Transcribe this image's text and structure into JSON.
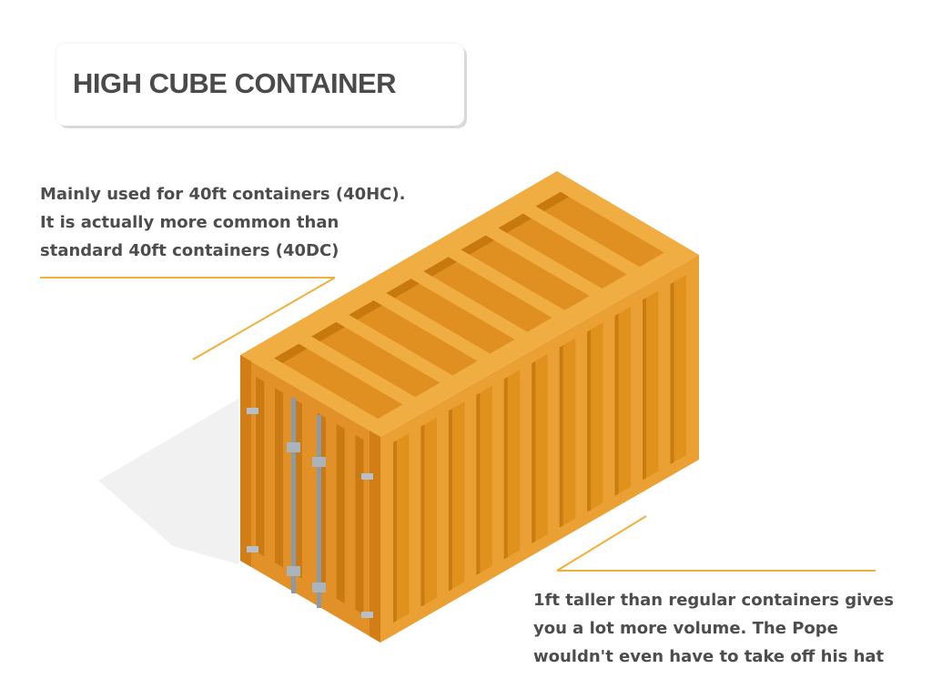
{
  "title": "HIGH CUBE CONTAINER",
  "annotation_top": {
    "lines": [
      "Mainly used for 40ft containers (40HC).",
      "It is actually more common than",
      "standard 40ft containers (40DC)"
    ]
  },
  "annotation_bottom": {
    "lines": [
      "1ft taller than regular containers gives",
      "you a lot more volume. The Pope",
      "wouldn't even have to take off his hat"
    ]
  },
  "colors": {
    "accent_line": "#f0b03c",
    "container_top": "#f0ad42",
    "container_side": "#eaa032",
    "container_front": "#e29128",
    "container_rib": "#e0921c",
    "door_bar": "#8d9aa6",
    "text": "#4d4d4d"
  }
}
